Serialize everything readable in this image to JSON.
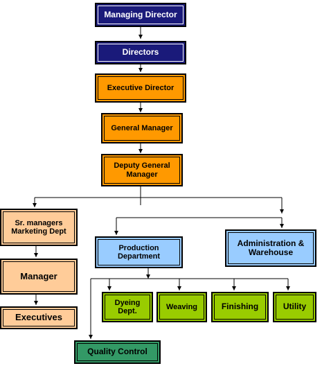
{
  "boxes": {
    "managing_director": "Managing Director",
    "directors": "Directors",
    "executive_director": "Executive Director",
    "general_manager": "General Manager",
    "deputy_general_manager": "Deputy General Manager",
    "sr_managers_marketing": "Sr. managers Marketing Dept",
    "manager": "Manager",
    "executives": "Executives",
    "production_department": "Production Department",
    "administration_warehouse": "Administration & Warehouse",
    "dyeing_dept": "Dyeing Dept.",
    "weaving": "Weaving",
    "finishing": "Finishing",
    "utility": "Utility",
    "quality_control": "Quality Control"
  },
  "colors": {
    "navy": "#1a1a7a",
    "orange": "#ff9900",
    "peach": "#ffcc99",
    "light_blue": "#99ccff",
    "lime_green": "#99cc00",
    "teal_green": "#339966"
  }
}
